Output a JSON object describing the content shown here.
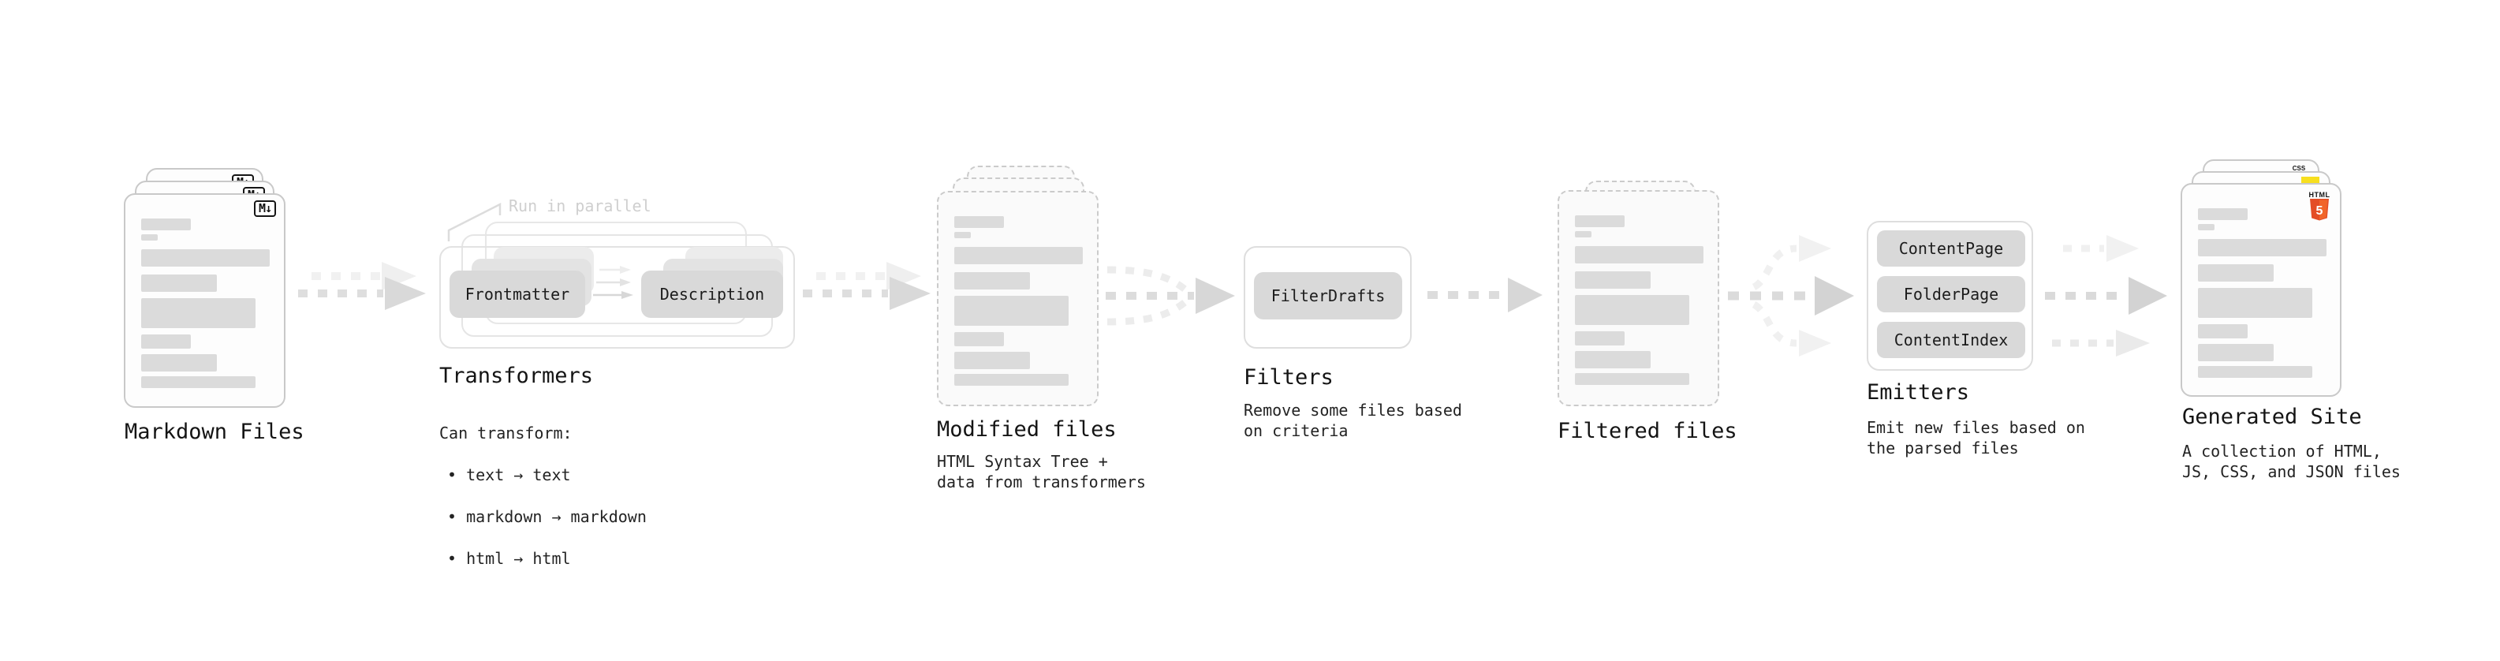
{
  "pipeline": {
    "markdown": {
      "label": "Markdown Files",
      "badge": "M↓"
    },
    "transformers": {
      "label": "Transformers",
      "parallel_note": "Run in parallel",
      "source_box": "Frontmatter",
      "target_box": "Description",
      "desc_heading": "Can transform:",
      "bullets": [
        "• text → text",
        "• markdown → markdown",
        "• html → html"
      ]
    },
    "modified": {
      "label": "Modified files",
      "desc": "HTML Syntax Tree +\ndata from transformers"
    },
    "filters": {
      "label": "Filters",
      "box": "FilterDrafts",
      "desc": "Remove some files based\non criteria"
    },
    "filtered": {
      "label": "Filtered files"
    },
    "emitters": {
      "label": "Emitters",
      "boxes": [
        "ContentPage",
        "FolderPage",
        "ContentIndex"
      ],
      "desc": "Emit new files based on\nthe parsed files"
    },
    "generated": {
      "label": "Generated Site",
      "desc": "A collection of HTML,\nJS, CSS, and JSON files",
      "html5_badge_top": "HTML",
      "html5_badge_number": "5",
      "css_badge": "CSS"
    }
  },
  "colors": {
    "html5_orange": "#e44d26",
    "html5_orange_light": "#f16529",
    "js_yellow": "#f7df1e",
    "css_blue": "#2965f1",
    "arrow_gray": "#dcdcdc",
    "arrow_gray_light": "#f0f0f0",
    "bar_gray": "#dbdbdb",
    "text_dark": "#141414",
    "muted_note": "#cfcfcf"
  }
}
